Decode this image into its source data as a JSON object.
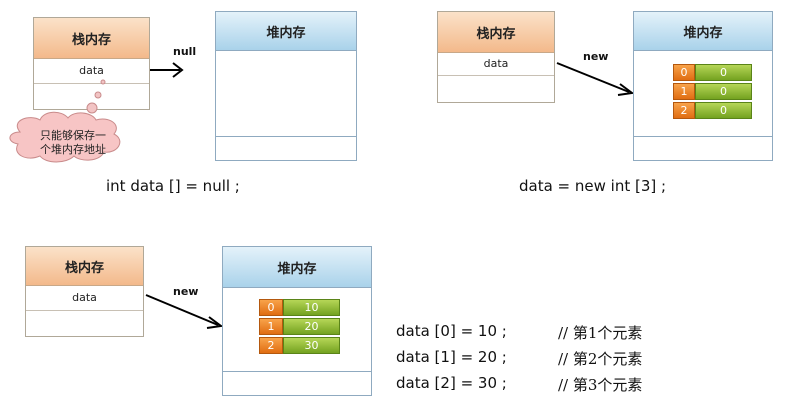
{
  "stack_title": "栈内存",
  "heap_title": "堆内存",
  "var_name": "data",
  "arrow_null": "null",
  "arrow_new": "new",
  "cloud_note": [
    "只能够保存一",
    "个堆内存地址"
  ],
  "code_1": "int data [] = null ;",
  "code_2": "data = new int [3] ;",
  "heap_2": {
    "indices": [
      "0",
      "1",
      "2"
    ],
    "values": [
      "0",
      "0",
      "0"
    ]
  },
  "heap_3": {
    "indices": [
      "0",
      "1",
      "2"
    ],
    "values": [
      "10",
      "20",
      "30"
    ]
  },
  "assignments": [
    {
      "code": "data [0] = 10 ;",
      "comment": "// 第1个元素"
    },
    {
      "code": "data [1] = 20 ;",
      "comment": "// 第2个元素"
    },
    {
      "code": "data [2] = 30 ;",
      "comment": "// 第3个元素"
    }
  ],
  "colors": {
    "index_cell": "#e87d1e",
    "value_cell": "#8cb82b",
    "stack_header": "#f5c49a",
    "heap_header": "#b9dcf0",
    "cloud": "#f7c5c5"
  }
}
